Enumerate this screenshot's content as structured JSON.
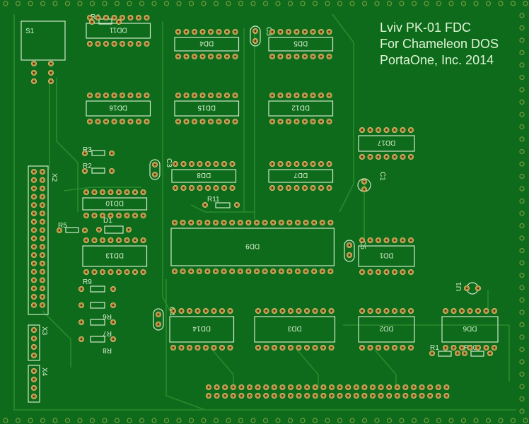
{
  "board_text": {
    "line1": "Lviv PK-01 FDC",
    "line2": "For Chameleon DOS",
    "line3": "PortaOne, Inc. 2014"
  },
  "chips": [
    "DD11",
    "DD4",
    "DD5",
    "DD16",
    "DD15",
    "DD12",
    "DD17",
    "DD8",
    "DD7",
    "DD10",
    "DD13",
    "DD9",
    "DD1",
    "DD3",
    "DD2",
    "DD6",
    "DD14"
  ],
  "passives": {
    "s1": "S1",
    "r4": "R4",
    "r3": "R3",
    "r2": "R2",
    "r5": "R5",
    "d1": "D1",
    "r11": "R11",
    "r9": "R9",
    "r6": "R6",
    "r7": "R7",
    "r8": "R8",
    "c3a": "C3",
    "c3b": "C3",
    "c4": "C4",
    "c5": "C5",
    "c1": "C1",
    "r1": "R1",
    "r10": "R10",
    "u1": "U1",
    "x2": "X2",
    "x3": "X3",
    "x4": "X4"
  },
  "colors": {
    "board": "#0e6b1b",
    "silk": "#cfe8c8",
    "pad": "#b58a3a"
  }
}
